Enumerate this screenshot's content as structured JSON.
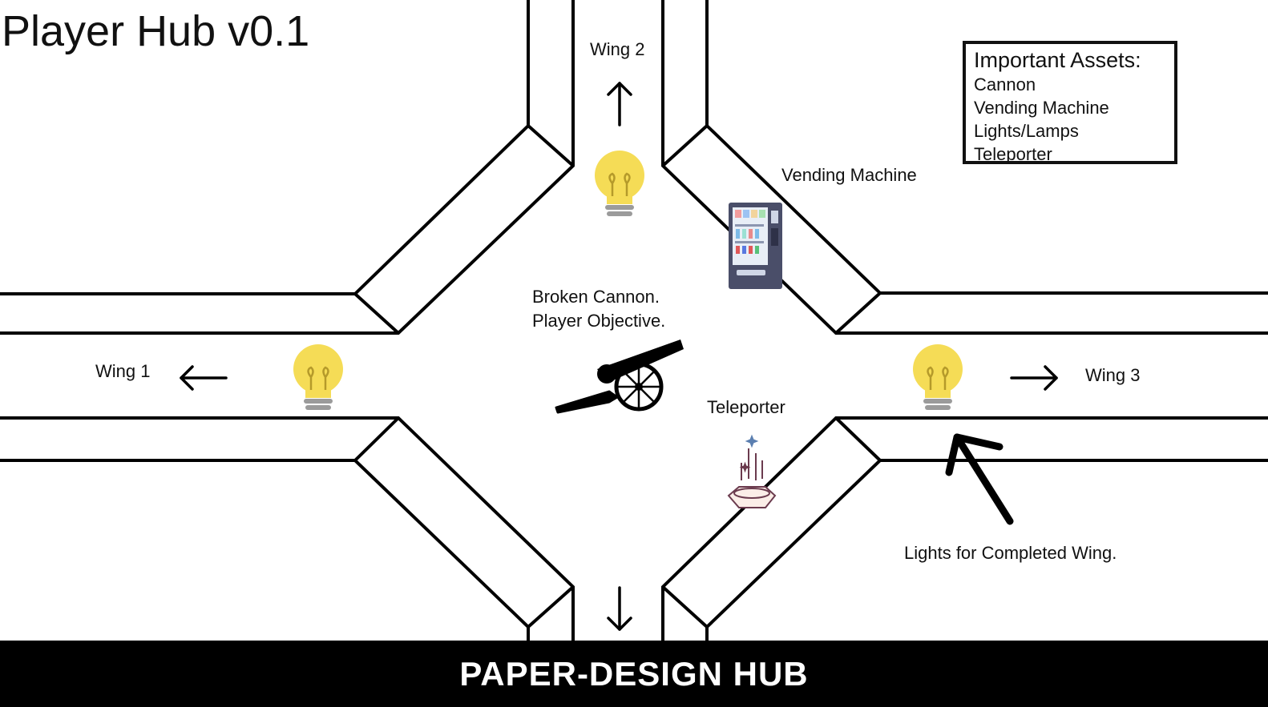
{
  "title": "Player Hub v0.1",
  "legend": {
    "heading": "Important Assets:",
    "items": [
      "Cannon",
      "Vending Machine",
      "Lights/Lamps",
      "Teleporter"
    ]
  },
  "labels": {
    "wing1": "Wing 1",
    "wing2": "Wing 2",
    "wing3": "Wing 3",
    "vending": "Vending Machine",
    "cannon_line1": "Broken Cannon.",
    "cannon_line2": "Player Objective.",
    "teleporter": "Teleporter",
    "lights_note": "Lights for Completed Wing."
  },
  "footer": "PAPER-DESIGN HUB",
  "colors": {
    "bulb": "#f5dc56",
    "bulb_base": "#9b9b9b",
    "footer_bg": "#000000",
    "vending_body": "#4a4e69",
    "teleporter": "#6b3b4e"
  }
}
